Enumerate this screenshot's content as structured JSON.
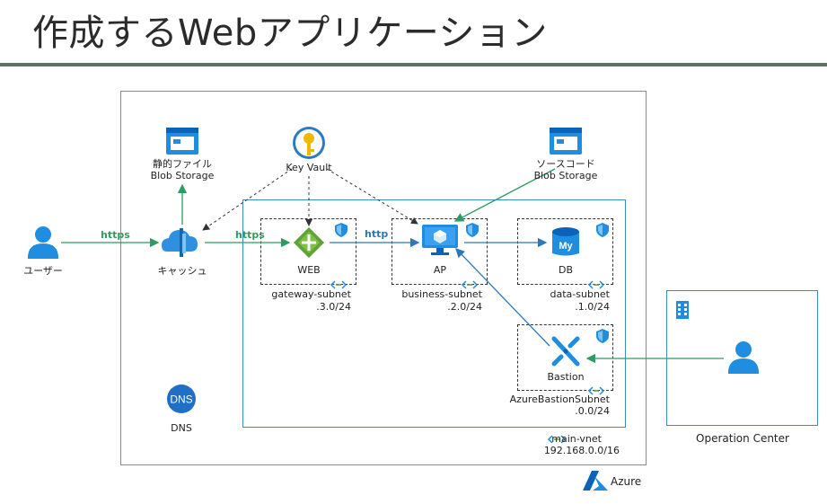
{
  "title": "作成するWebアプリケーション",
  "azure": {
    "label": "Azure"
  },
  "vnet": {
    "name": "main-vnet",
    "cidr": "192.168.0.0/16"
  },
  "user": {
    "label": "ユーザー"
  },
  "cache": {
    "label": "キャッシュ"
  },
  "static_storage": {
    "line1": "静的ファイル",
    "line2": "Blob Storage"
  },
  "source_storage": {
    "line1": "ソースコード",
    "line2": "Blob Storage"
  },
  "keyvault": {
    "label": "Key Vault"
  },
  "dns": {
    "icon_text": "DNS",
    "label": "DNS"
  },
  "web": {
    "label": "WEB"
  },
  "ap": {
    "label": "AP"
  },
  "db": {
    "label": "DB",
    "icon_text": "My"
  },
  "bastion": {
    "label": "Bastion"
  },
  "subnets": {
    "gateway": {
      "name": "gateway-subnet",
      "cidr": ".3.0/24"
    },
    "business": {
      "name": "business-subnet",
      "cidr": ".2.0/24"
    },
    "data": {
      "name": "data-subnet",
      "cidr": ".1.0/24"
    },
    "bastion": {
      "name": "AzureBastionSubnet",
      "cidr": ".0.0/24"
    }
  },
  "operation_center": {
    "label": "Operation Center"
  },
  "arrows": {
    "https1": "https",
    "https2": "https",
    "http": "http"
  },
  "colors": {
    "green": "#2e9b62",
    "blue": "#2f77b8",
    "azure_blue": "#1f8ee0",
    "title_rule": "#5c7266"
  }
}
